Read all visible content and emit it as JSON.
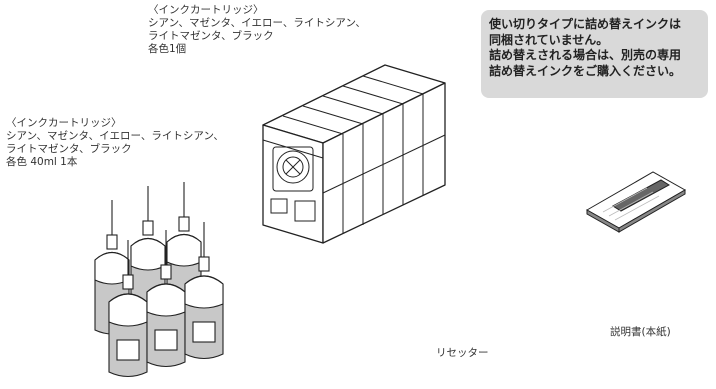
{
  "top_label": {
    "heading": "〈インクカートリッジ〉",
    "colors_line1": "シアン、マゼンタ、イエロー、ライトシアン、",
    "colors_line2": "ライトマゼンタ、ブラック",
    "quantity": "各色1個"
  },
  "left_label": {
    "heading": "〈インクカートリッジ〉",
    "colors_line1": "シアン、マゼンタ、イエロー、ライトシアン、",
    "colors_line2": "ライトマゼンタ、ブラック",
    "quantity": "各色 40ml 1本"
  },
  "notice": {
    "line1": "使い切りタイプに詰め替えインクは",
    "line2": "同梱されていません。",
    "line3": "詰め替えされる場合は、別売の専用",
    "line4": "詰め替えインクをご購入ください。"
  },
  "captions": {
    "resetter": "リセッター",
    "manual": "説明書(本紙)"
  },
  "colors": {
    "notice_bg": "#d9d9d9",
    "ink_fill": "#c8c8c8"
  }
}
